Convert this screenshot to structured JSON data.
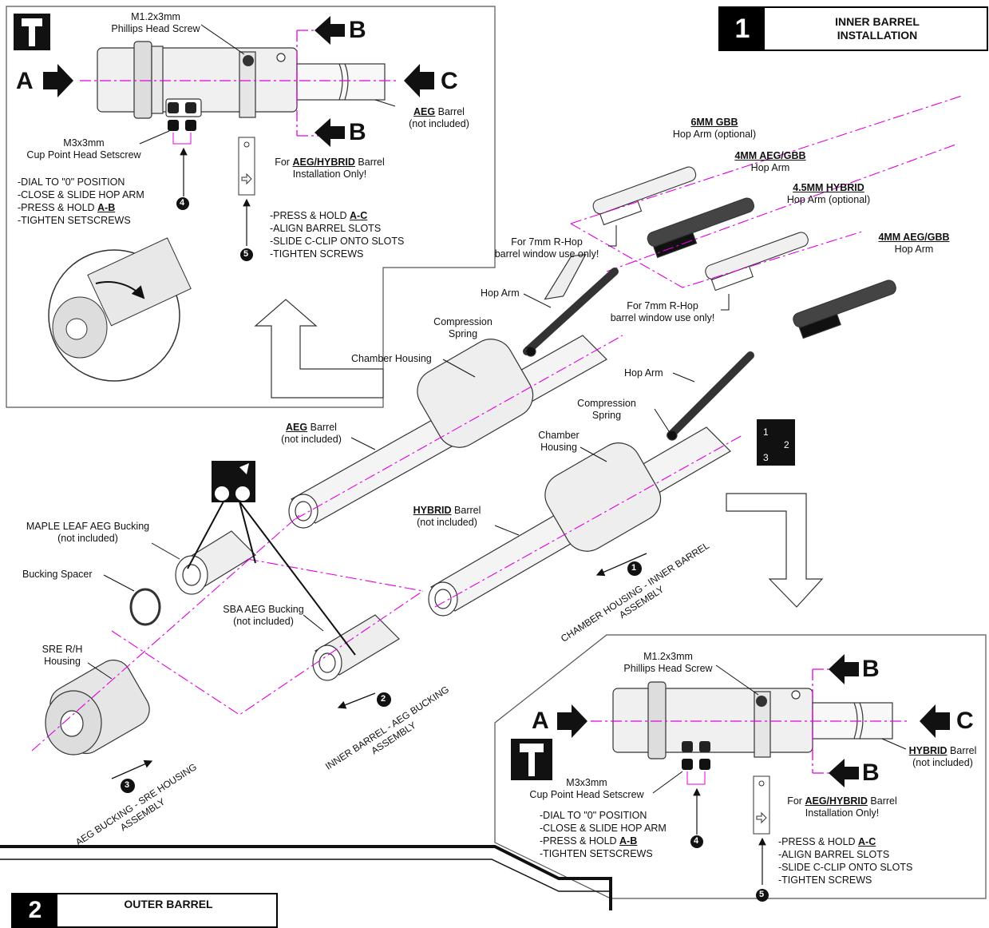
{
  "title_box": {
    "number": "1",
    "line1": "INNER BARREL",
    "line2": "INSTALLATION"
  },
  "bottom_title": {
    "number": "2",
    "line1": "OUTER BARREL"
  },
  "detail_top": {
    "letter_a": "A",
    "letter_b_top": "B",
    "letter_b_bottom": "B",
    "letter_c": "C",
    "screw_size": "M1.2x3mm",
    "screw_name": "Phillips Head Screw",
    "barrel_type": "AEG",
    "barrel_word": "Barrel",
    "not_included": "(not included)",
    "setscrew_size": "M3x3mm",
    "setscrew_name": "Cup Point Head Setscrew",
    "step4_lines": [
      "-DIAL TO \"0\" POSITION",
      "-CLOSE & SLIDE HOP ARM",
      "-PRESS & HOLD "
    ],
    "step4_ab": "A-B",
    "step4_last": "-TIGHTEN SETSCREWS",
    "step4_num": "4",
    "for_prefix": "For ",
    "for_types": "AEG/HYBRID",
    "for_suffix": " Barrel",
    "for_line2": "Installation Only!",
    "step5_first": "-PRESS & HOLD ",
    "step5_ac": "A-C",
    "step5_lines": [
      "-ALIGN BARREL SLOTS",
      "-SLIDE C-CLIP ONTO SLOTS",
      "-TIGHTEN SCREWS"
    ],
    "step5_num": "5"
  },
  "detail_bottom": {
    "letter_a": "A",
    "letter_b_top": "B",
    "letter_b_bottom": "B",
    "letter_c": "C",
    "screw_size": "M1.2x3mm",
    "screw_name": "Phillips Head Screw",
    "barrel_type": "HYBRID",
    "barrel_word": "Barrel",
    "not_included": "(not included)",
    "setscrew_size": "M3x3mm",
    "setscrew_name": "Cup Point Head Setscrew",
    "step4_lines": [
      "-DIAL TO \"0\" POSITION",
      "-CLOSE & SLIDE HOP ARM",
      "-PRESS & HOLD "
    ],
    "step4_ab": "A-B",
    "step4_last": "-TIGHTEN SETSCREWS",
    "step4_num": "4",
    "for_prefix": "For ",
    "for_types": "AEG/HYBRID",
    "for_suffix": " Barrel",
    "for_line2": "Installation Only!",
    "step5_first": "-PRESS & HOLD ",
    "step5_ac": "A-C",
    "step5_lines": [
      "-ALIGN BARREL SLOTS",
      "-SLIDE C-CLIP ONTO SLOTS",
      "-TIGHTEN SCREWS"
    ],
    "step5_num": "5"
  },
  "hop_arms": [
    {
      "name": "6MM GBB",
      "desc": "Hop Arm (optional)"
    },
    {
      "name": "4MM AEG/GBB",
      "desc": "Hop Arm"
    },
    {
      "name": "4.5MM HYBRID",
      "desc": "Hop Arm (optional)"
    },
    {
      "name": "4MM AEG/GBB",
      "desc": "Hop Arm"
    }
  ],
  "rhop_note": {
    "line1": "For 7mm R-Hop",
    "line2": "barrel window use only!"
  },
  "parts": {
    "hop_arm": "Hop Arm",
    "compression": "Compression",
    "spring": "Spring",
    "chamber_housing": "Chamber Housing",
    "chamber": "Chamber",
    "housing": "Housing",
    "aeg": "AEG",
    "hybrid": "HYBRID",
    "barrel": "Barrel",
    "not_included": "(not included)",
    "maple_leaf": "MAPLE LEAF AEG Bucking",
    "bucking_spacer": "Bucking Spacer",
    "sba": "SBA AEG Bucking",
    "sre_line1": "SRE R/H",
    "sre_line2": "Housing"
  },
  "assembly_labels": {
    "chamber_line1": "CHAMBER HOUSING - INNER BARREL",
    "chamber_line2": "ASSEMBLY",
    "inner_line1": "INNER BARREL - AEG BUCKING",
    "inner_line2": "ASSEMBLY",
    "bucking_line1": "AEG BUCKING - SRE HOUSING",
    "bucking_line2": "ASSEMBLY"
  },
  "step_numbers": {
    "one": "1",
    "two": "2",
    "three": "3"
  },
  "sequence_icon": {
    "a": "1",
    "b": "2",
    "c": "3"
  },
  "colors": {
    "centerline": "#e000e0",
    "ink": "#111111",
    "panel_line": "#555555",
    "part_fill": "#f2f2f2",
    "part_dark": "#1a1a1a"
  }
}
